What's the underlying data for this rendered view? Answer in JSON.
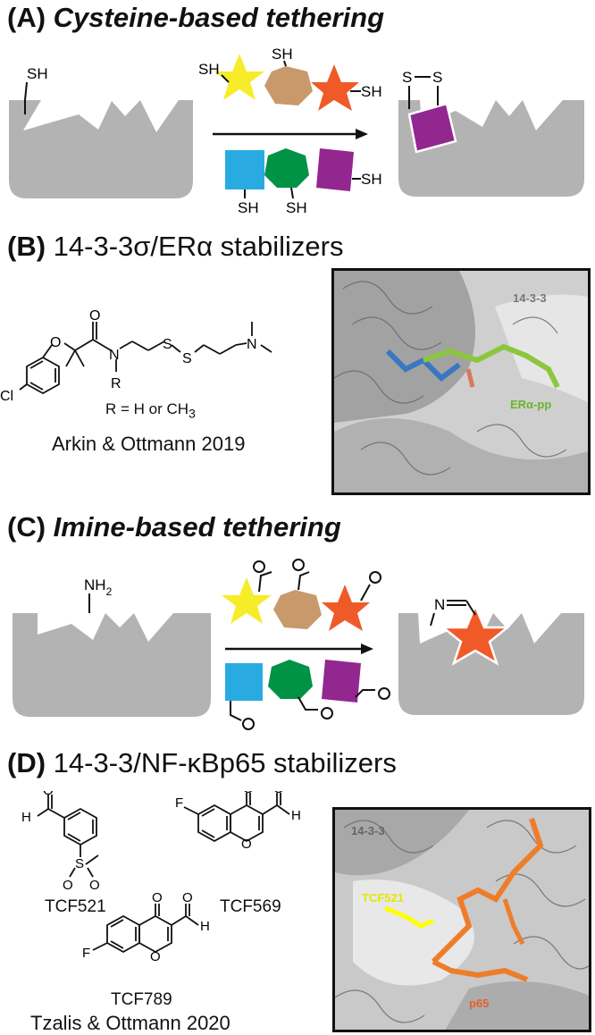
{
  "panelA": {
    "letter": "(A)",
    "title": "Cysteine-based tethering",
    "thiol": "SH",
    "disulfide_s": "S"
  },
  "panelB": {
    "letter": "(B)",
    "title": "14-3-3σ/ERα stabilizers",
    "r_group": "R = H or CH",
    "r_sub": "3",
    "atoms": {
      "o": "O",
      "n": "N",
      "s": "S",
      "cl": "Cl",
      "r": "R"
    },
    "citation": "Arkin & Ottmann 2019",
    "structure_labels": {
      "protein": "14-3-3",
      "peptide": "ERα-pp"
    }
  },
  "panelC": {
    "letter": "(C)",
    "title": "Imine-based tethering",
    "amine": "NH",
    "amine_sub": "2",
    "imine_n": "N",
    "oxygen": "O"
  },
  "panelD": {
    "letter": "(D)",
    "title": "14-3-3/NF-κBp65 stabilizers",
    "atoms": {
      "o": "O",
      "s": "S",
      "h": "H",
      "f": "F"
    },
    "compounds": [
      "TCF521",
      "TCF569",
      "TCF789"
    ],
    "citation": "Tzalis & Ottmann 2020",
    "structure_labels": {
      "protein": "14-3-3",
      "ligand": "TCF521",
      "peptide": "p65"
    }
  },
  "colors": {
    "protein_gray": "#b3b3b3",
    "star_yellow": "#f7ec2a",
    "hexagon_tan": "#c8996b",
    "star_red": "#f05a28",
    "square_blue": "#29abe2",
    "hexagon_green": "#009245",
    "square_purple": "#92278f",
    "er_green": "#8cc63f",
    "ligand_yellow": "#ffff00",
    "p65_orange": "#ee7d2a"
  }
}
